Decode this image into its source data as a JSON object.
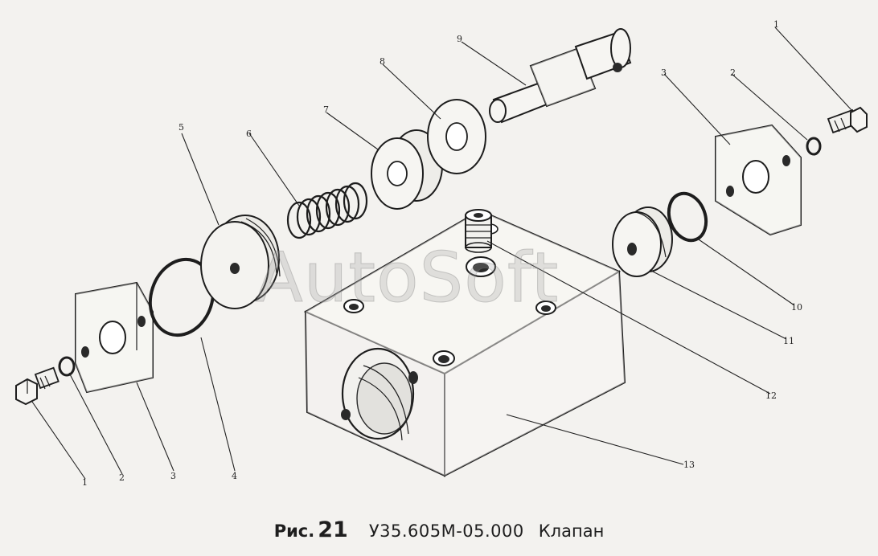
{
  "watermark": "AutoSoft",
  "caption": {
    "prefix": "Рис.",
    "number": "21",
    "code": "У35.605М-05.000",
    "title": "Клапан"
  },
  "callouts": {
    "c1_left": "1",
    "c2_left": "2",
    "c3_left": "3",
    "c4": "4",
    "c5": "5",
    "c6": "6",
    "c7": "7",
    "c8": "8",
    "c9": "9",
    "c3_right": "3",
    "c2_right": "2",
    "c1_right": "1",
    "c10": "10",
    "c11": "11",
    "c12": "12",
    "c13": "13"
  }
}
